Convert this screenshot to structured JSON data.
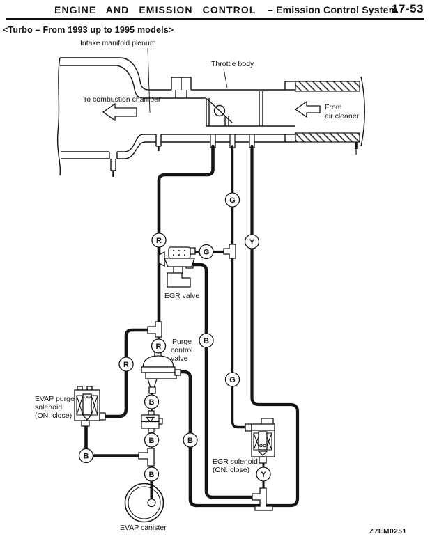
{
  "header": {
    "title_main": "ENGINE AND EMISSION CONTROL",
    "title_right": "– Emission Control System",
    "page_number": "17-53"
  },
  "subtitle": "<Turbo – From 1993 up to 1995 models>",
  "diagram": {
    "labels": {
      "intake_manifold_plenum": "Intake manifold plenum",
      "throttle_body": "Throttle body",
      "to_combustion_chamber": "To combustion chamber",
      "from_air_cleaner": {
        "line1": "From",
        "line2": "air cleaner"
      },
      "egr_valve": "EGR valve",
      "purge_control_valve": {
        "line1": "Purge",
        "line2": "control",
        "line3": "valve"
      },
      "evap_purge_solenoid": {
        "line1": "EVAP purge",
        "line2": "solenoid",
        "line3": "(ON: close)"
      },
      "egr_solenoid": {
        "line1": "EGR solenoid",
        "line2": "(ON. close)"
      },
      "evap_canister": "EVAP canister"
    },
    "markers": [
      {
        "letter": "R"
      },
      {
        "letter": "G"
      },
      {
        "letter": "Y"
      },
      {
        "letter": "G"
      },
      {
        "letter": "R"
      },
      {
        "letter": "R"
      },
      {
        "letter": "B"
      },
      {
        "letter": "G"
      },
      {
        "letter": "B"
      },
      {
        "letter": "B"
      },
      {
        "letter": "B"
      },
      {
        "letter": "B"
      },
      {
        "letter": "B"
      },
      {
        "letter": "Y"
      }
    ],
    "figure_code": "Z7EM0251",
    "colors": {
      "ink": "#141414",
      "background": "#ffffff"
    }
  }
}
